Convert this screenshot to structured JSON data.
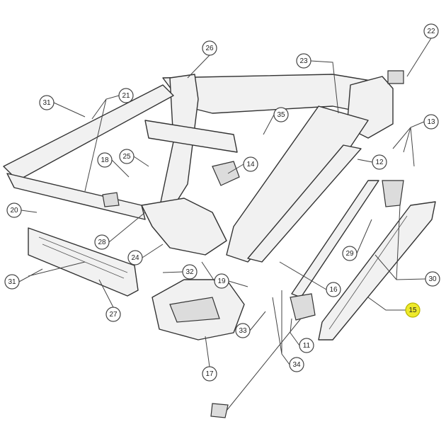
{
  "diagram": {
    "highlight_color": "#eeea2a",
    "callouts": [
      {
        "label": "22",
        "highlighted": false
      },
      {
        "label": "26",
        "highlighted": false
      },
      {
        "label": "23",
        "highlighted": false
      },
      {
        "label": "31",
        "highlighted": false
      },
      {
        "label": "21",
        "highlighted": false
      },
      {
        "label": "35",
        "highlighted": false
      },
      {
        "label": "13",
        "highlighted": false
      },
      {
        "label": "18",
        "highlighted": false
      },
      {
        "label": "25",
        "highlighted": false
      },
      {
        "label": "14",
        "highlighted": false
      },
      {
        "label": "12",
        "highlighted": false
      },
      {
        "label": "20",
        "highlighted": false
      },
      {
        "label": "28",
        "highlighted": false
      },
      {
        "label": "24",
        "highlighted": false
      },
      {
        "label": "29",
        "highlighted": false
      },
      {
        "label": "30",
        "highlighted": false
      },
      {
        "label": "31",
        "highlighted": false
      },
      {
        "label": "32",
        "highlighted": false
      },
      {
        "label": "19",
        "highlighted": false
      },
      {
        "label": "16",
        "highlighted": false
      },
      {
        "label": "15",
        "highlighted": true
      },
      {
        "label": "27",
        "highlighted": false
      },
      {
        "label": "33",
        "highlighted": false
      },
      {
        "label": "11",
        "highlighted": false
      },
      {
        "label": "34",
        "highlighted": false
      },
      {
        "label": "17",
        "highlighted": false
      }
    ]
  }
}
